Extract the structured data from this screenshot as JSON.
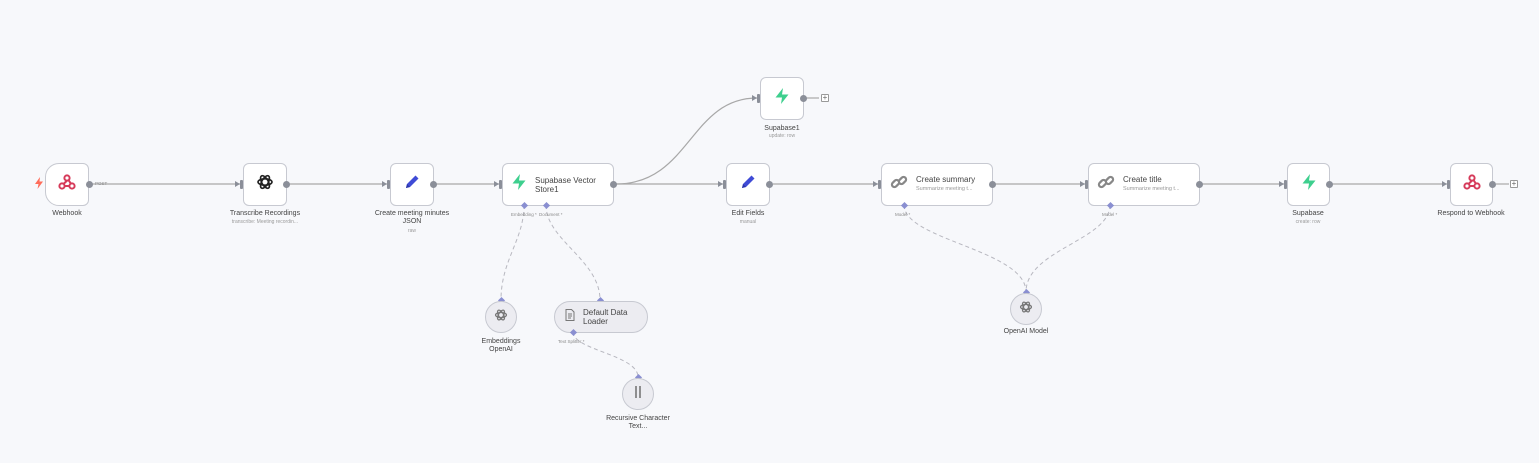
{
  "colors": {
    "background": "#f7f8fb",
    "supabase": "#3ecf8e",
    "pencil": "#3f4bd6",
    "webhook": "#d63b5a",
    "trigger_bolt": "#ff6d5a",
    "connection": "#a8a8a8",
    "sub_connection": "#b8b8c0"
  },
  "nodes": {
    "webhook": {
      "title": "Webhook",
      "icon": "webhook-icon"
    },
    "transcribe": {
      "title": "Transcribe Recordings",
      "subtitle": "transcribe: Meeting recordin...",
      "icon": "openai-icon"
    },
    "create_minutes": {
      "title": "Create meeting minutes JSON",
      "subtitle": "raw",
      "icon": "pencil-icon"
    },
    "vector_store": {
      "title": "Supabase Vector Store1",
      "icon": "supabase-icon"
    },
    "supabase1": {
      "title": "Supabase1",
      "subtitle": "update: row",
      "icon": "supabase-icon"
    },
    "edit_fields": {
      "title": "Edit Fields",
      "subtitle": "manual",
      "icon": "pencil-icon"
    },
    "create_summary": {
      "title": "Create summary",
      "subtitle": "Summarize meeting t...",
      "icon": "chain-icon"
    },
    "create_title": {
      "title": "Create title",
      "subtitle": "Summarize meeting t...",
      "icon": "chain-icon"
    },
    "supabase": {
      "title": "Supabase",
      "subtitle": "create: row",
      "icon": "supabase-icon"
    },
    "respond": {
      "title": "Respond to Webhook",
      "icon": "webhook-icon"
    },
    "embeddings": {
      "title": "Embeddings OpenAI",
      "icon": "openai-icon"
    },
    "data_loader": {
      "title": "Default Data Loader",
      "icon": "document-icon"
    },
    "recursive": {
      "title": "Recursive Character Text...",
      "icon": "splitter-icon"
    },
    "openai_model": {
      "title": "OpenAI Model",
      "icon": "openai-icon"
    }
  },
  "port_labels": {
    "post": "POST",
    "embedding": "Embedding *",
    "document": "Document *",
    "model_summary": "Model *",
    "model_title": "Model *",
    "text_splitter": "Text Splitter *"
  }
}
